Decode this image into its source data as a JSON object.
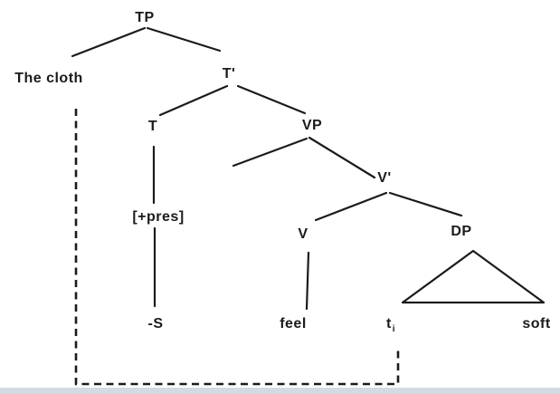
{
  "colors": {
    "ink": "#1b1b1b",
    "background": "#ffffff",
    "bottom_strip": "#d3dae1"
  },
  "tree": {
    "tp_label": "TP",
    "subject_label": "The cloth",
    "t_bar_label": "T'",
    "t_label": "T",
    "vp_label": "VP",
    "tense_feature_label": "[+pres]",
    "affix_label": "-S",
    "v_bar_label": "V'",
    "v_label": "V",
    "verb_label": "feel",
    "dp_label": "DP",
    "trace_label": "t",
    "trace_subscript": "i",
    "adjective_label": "soft"
  },
  "movement": {
    "style": "dashed",
    "from": "The cloth",
    "to": "ti"
  }
}
